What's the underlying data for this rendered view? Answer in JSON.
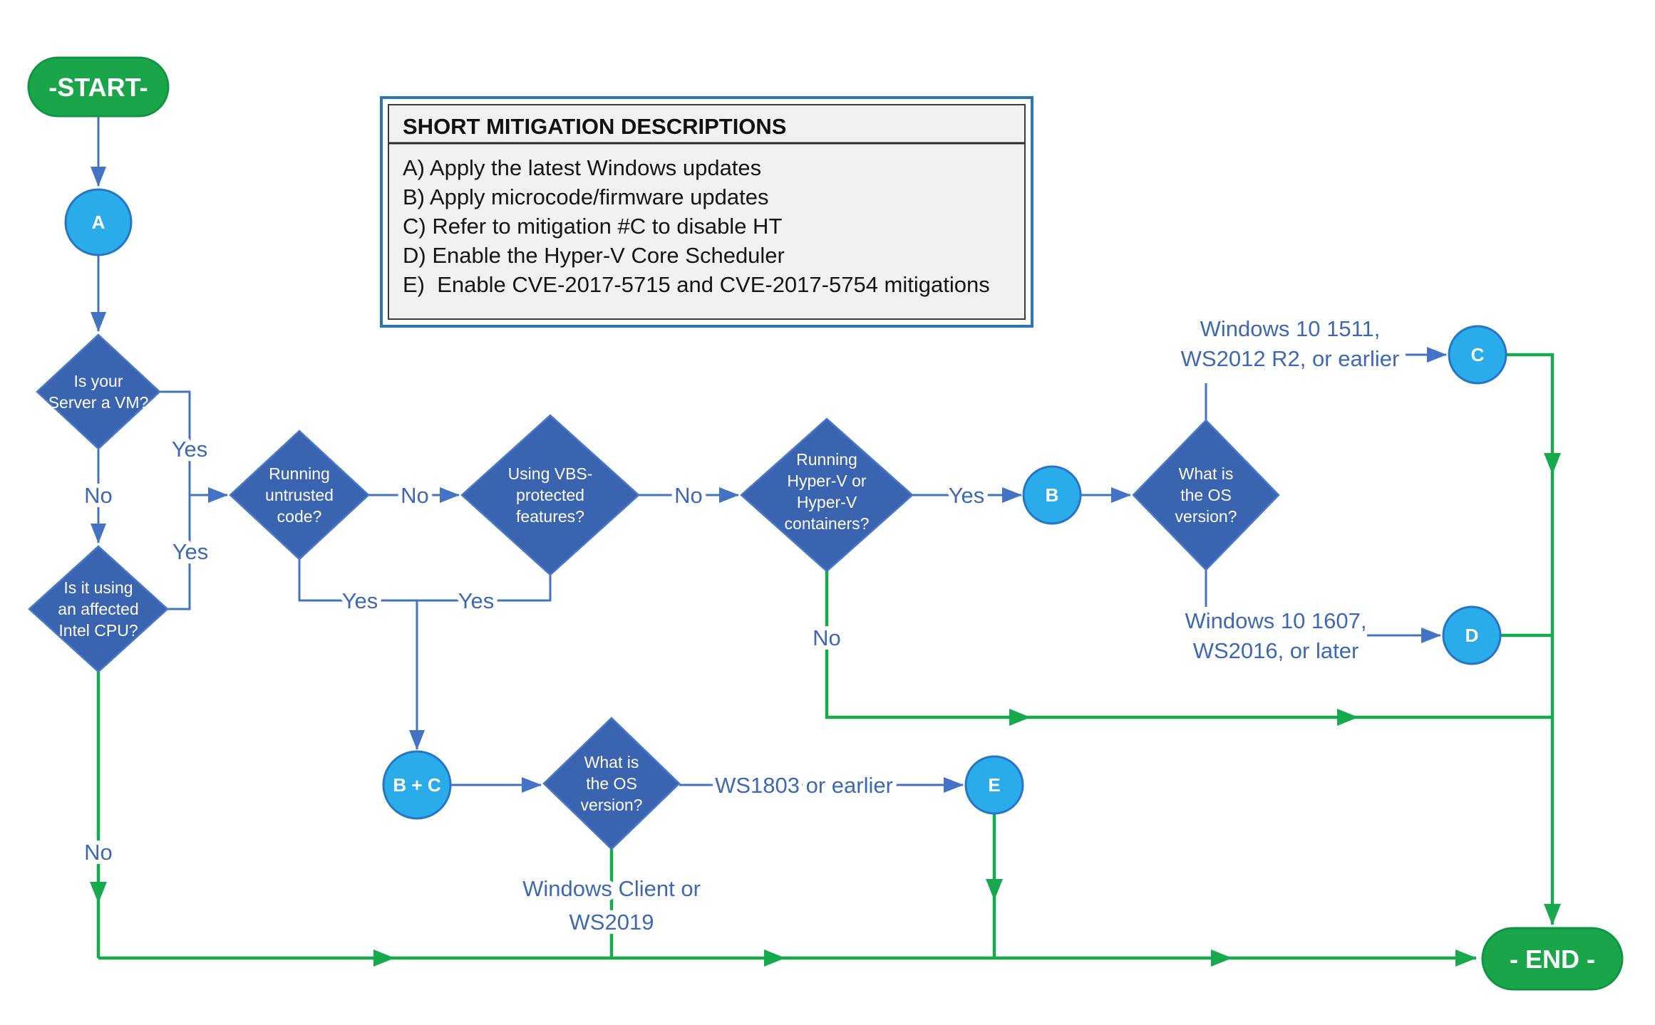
{
  "flowchart": {
    "start": {
      "label": "-START-"
    },
    "end": {
      "label": "- END -"
    },
    "legend": {
      "title": "SHORT MITIGATION DESCRIPTIONS",
      "items": [
        "A) Apply the latest Windows updates",
        "B) Apply microcode/firmware updates",
        "C) Refer to mitigation #C to disable HT",
        "D) Enable the Hyper-V Core Scheduler",
        "E)  Enable CVE-2017-5715 and CVE-2017-5754 mitigations"
      ]
    },
    "nodes": {
      "a": "A",
      "b": "B",
      "bc": "B + C",
      "c": "C",
      "d": "D",
      "e": "E",
      "vm": [
        "Is your",
        "Server a VM?"
      ],
      "cpu": [
        "Is it using",
        "an affected",
        "Intel CPU?"
      ],
      "untrusted": [
        "Running",
        "untrusted",
        "code?"
      ],
      "vbs": [
        "Using VBS-",
        "protected",
        "features?"
      ],
      "hyperv": [
        "Running",
        "Hyper-V or",
        "Hyper-V",
        "containers?"
      ],
      "os_version_top": [
        "What is",
        "the OS",
        "version?"
      ],
      "os_version_bottom": [
        "What is",
        "the OS",
        "version?"
      ]
    },
    "edges": {
      "vm_yes": "Yes",
      "vm_no": "No",
      "cpu_yes": "Yes",
      "cpu_no": "No",
      "untrusted_no": "No",
      "untrusted_yes": "Yes",
      "vbs_no": "No",
      "vbs_yes": "Yes",
      "hyperv_yes": "Yes",
      "hyperv_no": "No",
      "os_old_line1": "Windows 10 1511,",
      "os_old_line2": "WS2012 R2, or earlier",
      "os_new_line1": "Windows 10 1607,",
      "os_new_line2": "WS2016, or later",
      "ws1803": "WS1803 or earlier",
      "client_line1": "Windows Client or",
      "client_line2": "WS2019"
    },
    "colors": {
      "flow_green": "#17A94E",
      "terminal_green_fill": "#1BA54B",
      "terminal_green_border": "#0F9643",
      "connector_blue": "#4472C4",
      "diamond_blue": "#3A63B0",
      "circle_cyan": "#29ACE9",
      "label_blue": "#3D68B6",
      "legend_bg": "#F1F1F1",
      "legend_border_blue": "#2E75B6"
    }
  }
}
